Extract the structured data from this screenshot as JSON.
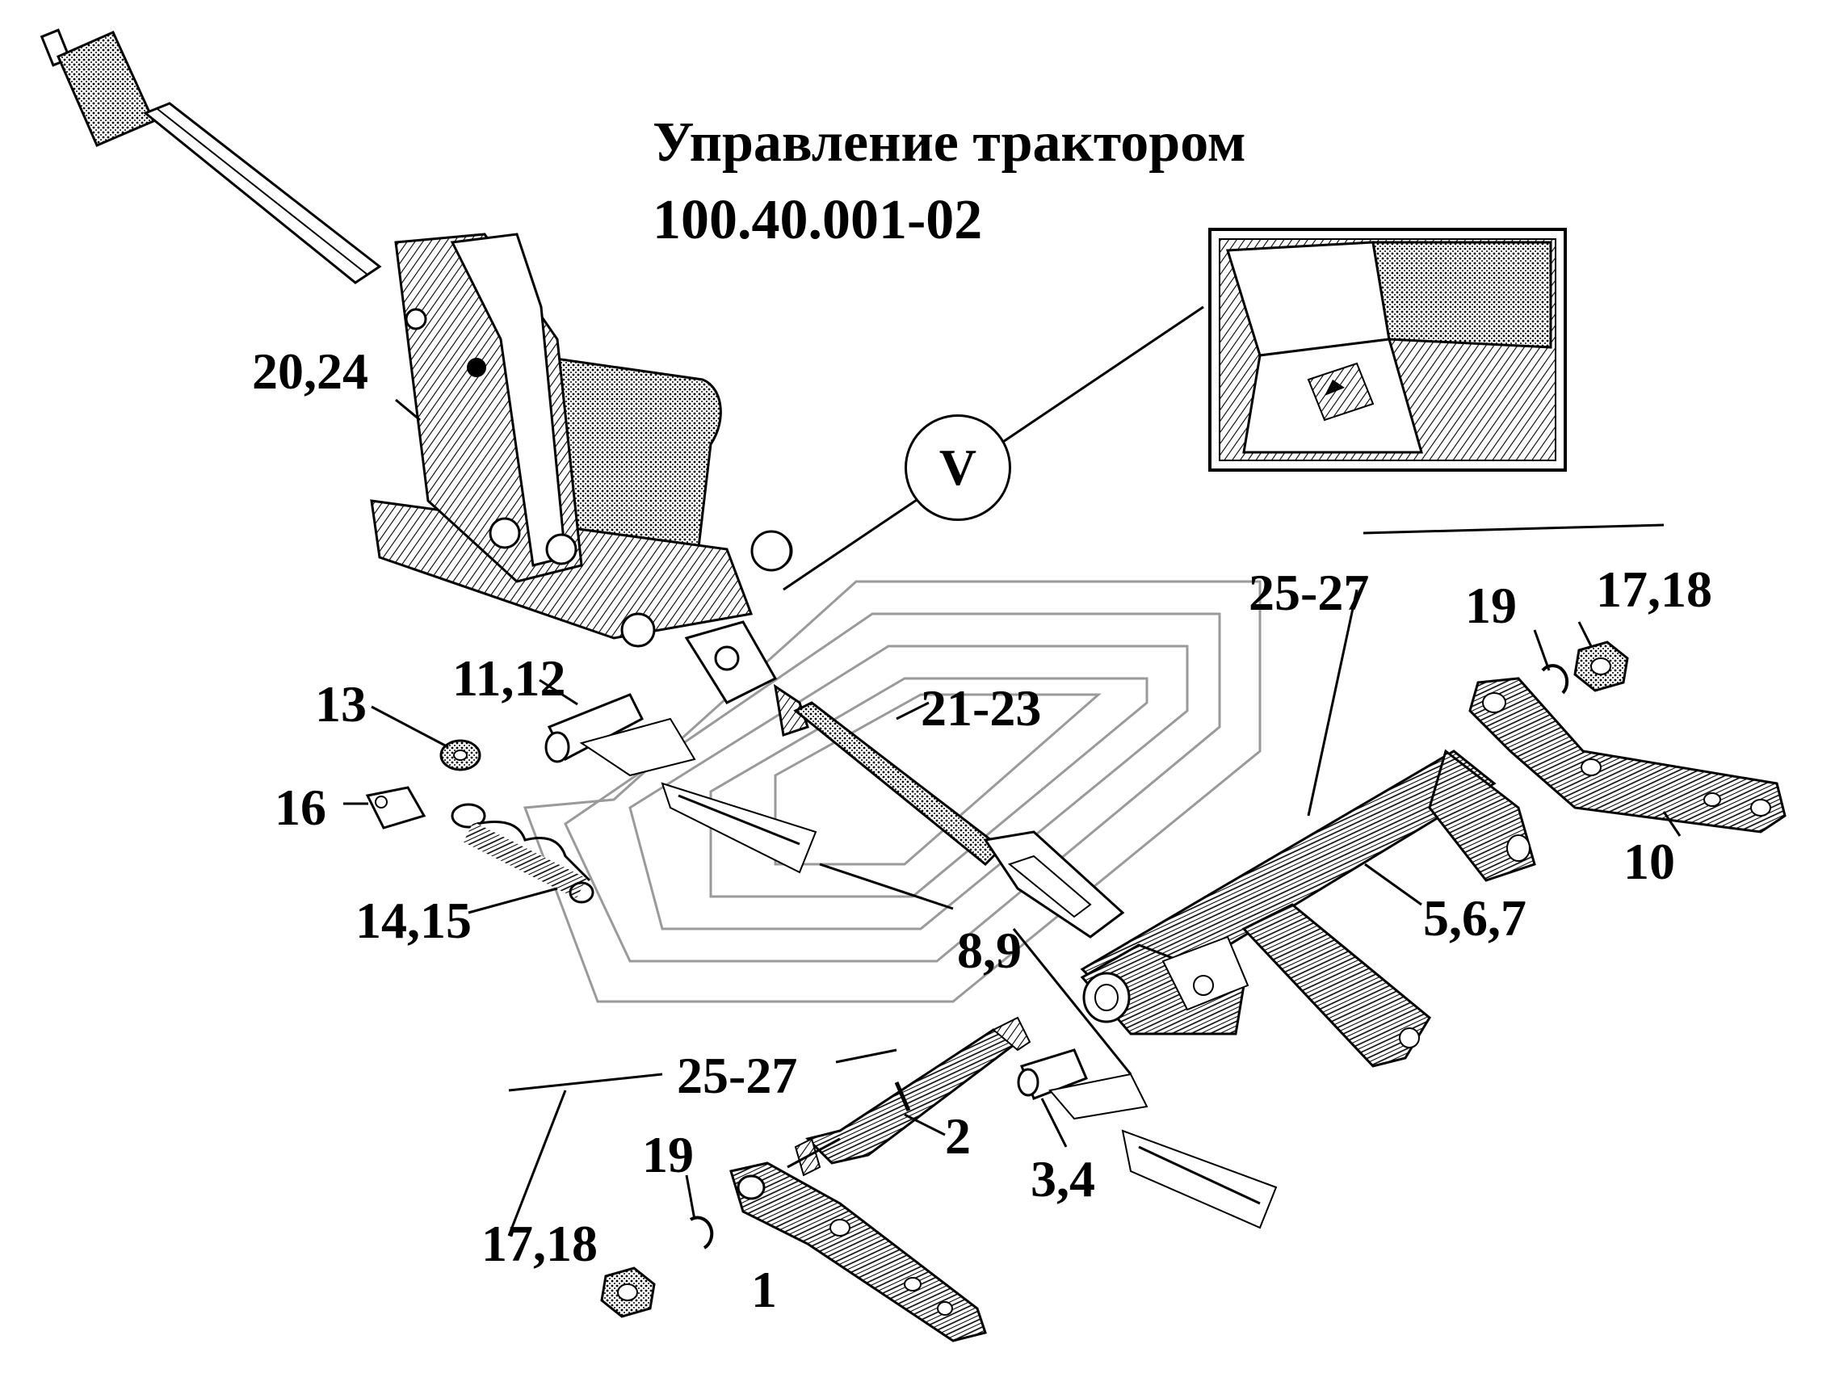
{
  "title": {
    "line1": "Управление трактором",
    "line2": "100.40.001-02"
  },
  "view_label": "V",
  "callouts": {
    "c20_24": "20,24",
    "c11_12": "11,12",
    "c13": "13",
    "c16": "16",
    "c14_15": "14,15",
    "c21_23": "21-23",
    "c8_9": "8,9",
    "c25_27_right": "25-27",
    "c19_right": "19",
    "c17_18_right": "17,18",
    "c10": "10",
    "c5_6_7": "5,6,7",
    "c25_27_left": "25-27",
    "c2": "2",
    "c3_4": "3,4",
    "c19_left": "19",
    "c17_18_left": "17,18",
    "c1": "1"
  },
  "colors": {
    "ink": "#000000",
    "paper": "#ffffff",
    "watermark": "#9a9a9a",
    "shade": "#3a3a3a"
  },
  "icons": {
    "inset": "tractor-cab-photo-icon",
    "watermark": "logo-watermark-icon"
  }
}
